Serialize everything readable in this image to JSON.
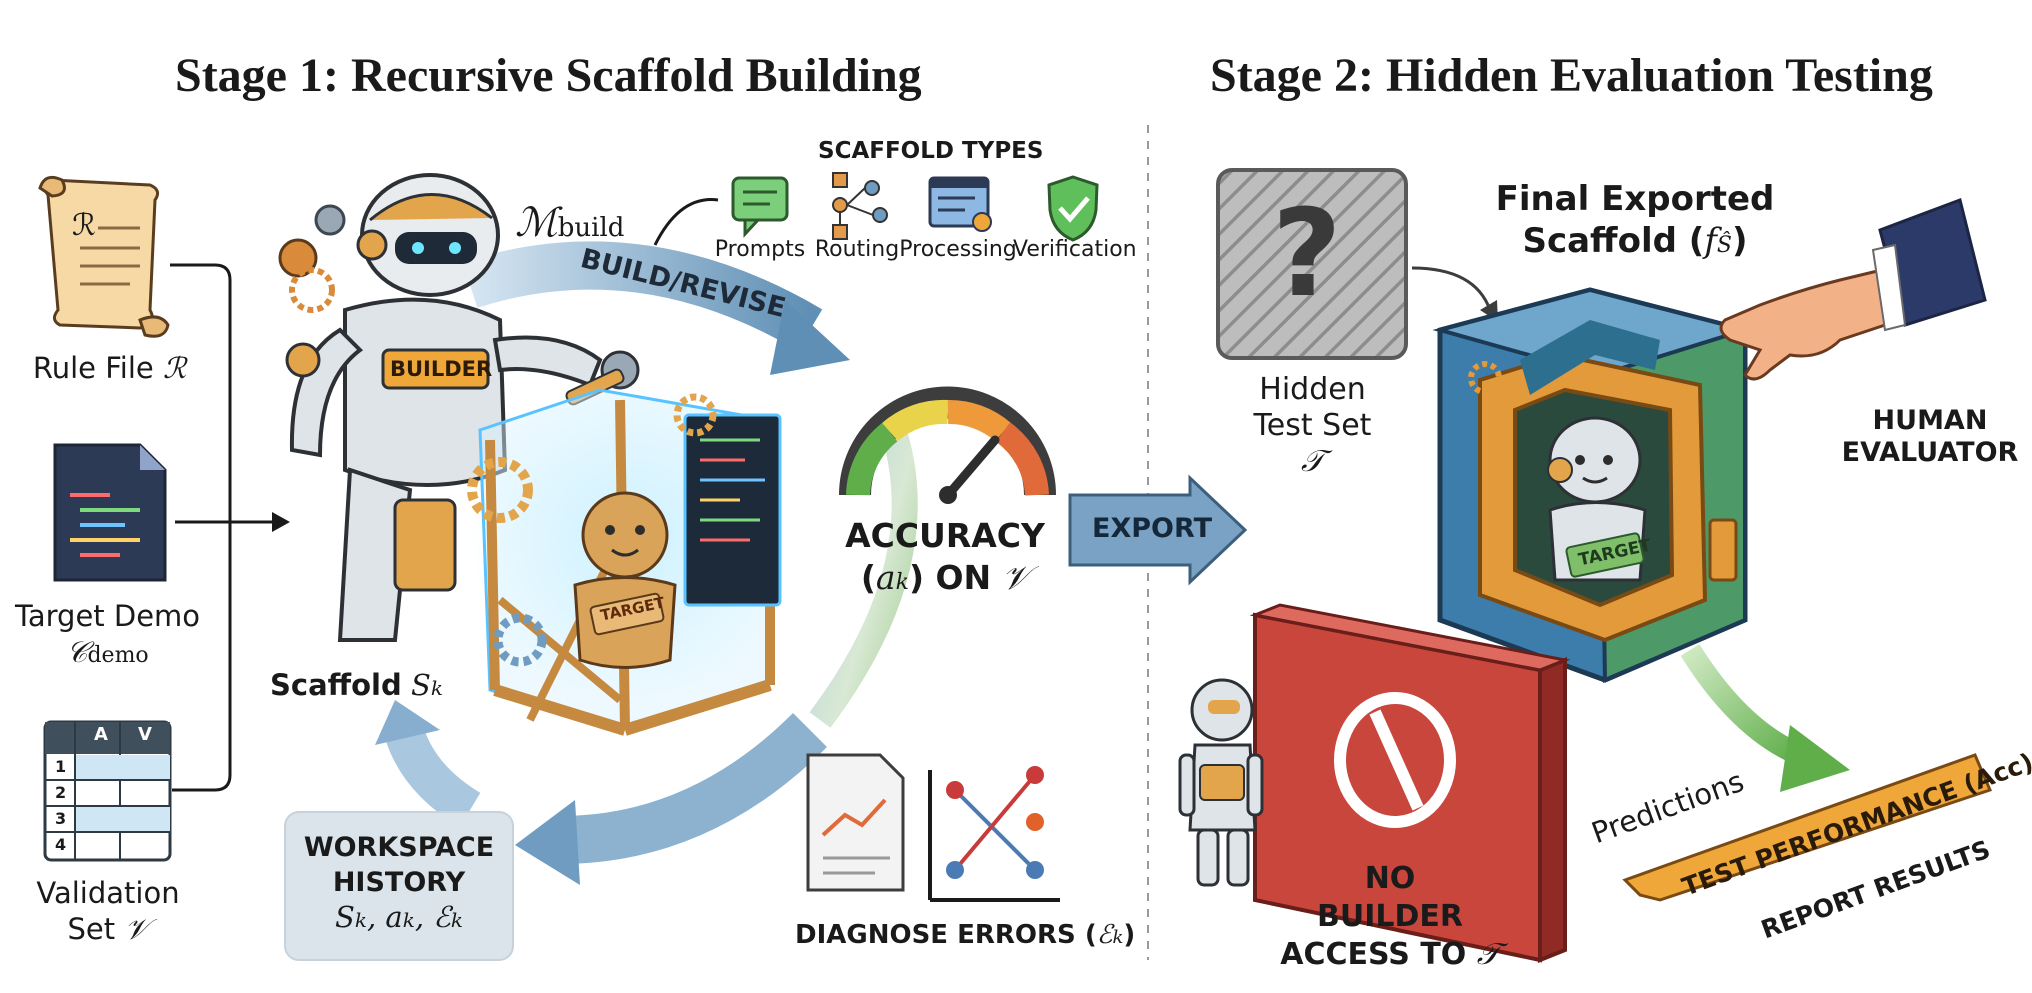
{
  "stage1": {
    "title": "Stage 1: Recursive Scaffold Building",
    "inputs": {
      "rule_file": "Rule File",
      "rule_file_sym": "ℛ",
      "rule_scroll_sym": "ℛ",
      "target_demo": "Target Demo",
      "target_demo_sym": "𝒞",
      "target_demo_sub": "demo",
      "validation_set": "Validation",
      "validation_set_line2": "Set",
      "validation_set_sym": "𝒱",
      "sheet_headers": [
        "A",
        "V"
      ],
      "sheet_rows": [
        "1",
        "2",
        "3",
        "4"
      ]
    },
    "builder": {
      "model_sym": "ℳ",
      "model_sub": "build",
      "badge": "BUILDER",
      "target_badge": "TARGET",
      "scaffold_label": "Scaffold",
      "scaffold_sym": "S",
      "scaffold_sub": "k"
    },
    "scaffold_types": {
      "header": "SCAFFOLD TYPES",
      "items": [
        "Prompts",
        "Routing",
        "Processing",
        "Verification"
      ]
    },
    "loop": {
      "build_revise": "BUILD/REVISE",
      "accuracy_line1": "ACCURACY",
      "accuracy_line2_open": "(",
      "accuracy_sym": "a",
      "accuracy_sub": "k",
      "accuracy_line2_close": ") ON",
      "accuracy_set": "𝒱",
      "diagnose": "DIAGNOSE ERRORS (",
      "diagnose_sym": "ℰ",
      "diagnose_sub": "k",
      "diagnose_close": ")",
      "history_line1": "WORKSPACE",
      "history_line2": "HISTORY",
      "history_vars": "S",
      "history_vars_sub": "k",
      "history_vars2": ", a",
      "history_vars2_sub": "k",
      "history_vars3": ", ℰ",
      "history_vars3_sub": "k"
    },
    "export_label": "EXPORT"
  },
  "stage2": {
    "title": "Stage 2: Hidden Evaluation Testing",
    "hidden_test": {
      "line1": "Hidden",
      "line2": "Test Set",
      "sym": "𝒯",
      "mark": "?"
    },
    "final_scaffold": {
      "line1": "Final Exported",
      "line2": "Scaffold (",
      "sym": "f",
      "sub": "Ŝ",
      "close": ")",
      "target_badge": "TARGET"
    },
    "human_evaluator": [
      "HUMAN",
      "EVALUATOR"
    ],
    "no_access": [
      "NO",
      "BUILDER",
      "ACCESS TO"
    ],
    "no_access_sym": "𝒯",
    "predictions": "Predictions",
    "test_performance": "TEST PERFORMANCE (Acc)",
    "report_results": "REPORT RESULTS"
  },
  "colors": {
    "accent_blue": "#6f9cc0",
    "accent_green": "#7fbf6a",
    "accent_orange": "#f0a040",
    "wall_red": "#c9463d",
    "box_blue": "#3c7dab"
  }
}
